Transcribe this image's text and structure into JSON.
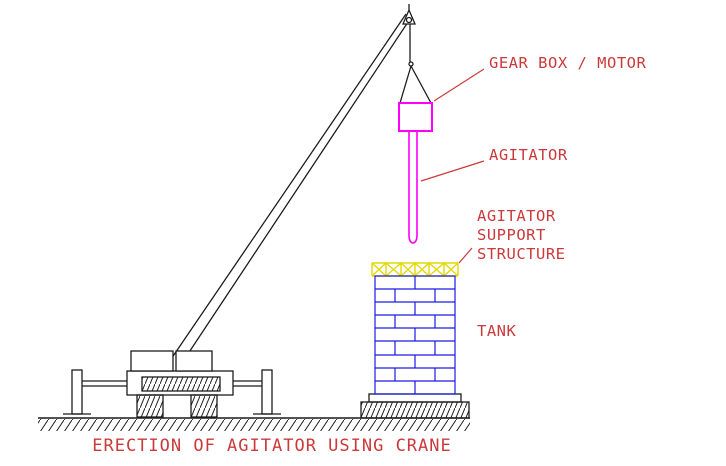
{
  "diagram": {
    "caption": "ERECTION OF AGITATOR USING CRANE",
    "labels": {
      "gear_box": "GEAR BOX / MOTOR",
      "agitator": "AGITATOR",
      "support_line1": "AGITATOR",
      "support_line2": "SUPPORT",
      "support_line3": "STRUCTURE",
      "tank": "TANK"
    },
    "colors": {
      "label_red": "#cb3a3a",
      "agitator_magenta": "#ff00ff",
      "support_yellow": "#e3d800",
      "tank_blue": "#1a1ae6",
      "line_black": "#1c1c1c",
      "background": "#ffffff"
    }
  }
}
